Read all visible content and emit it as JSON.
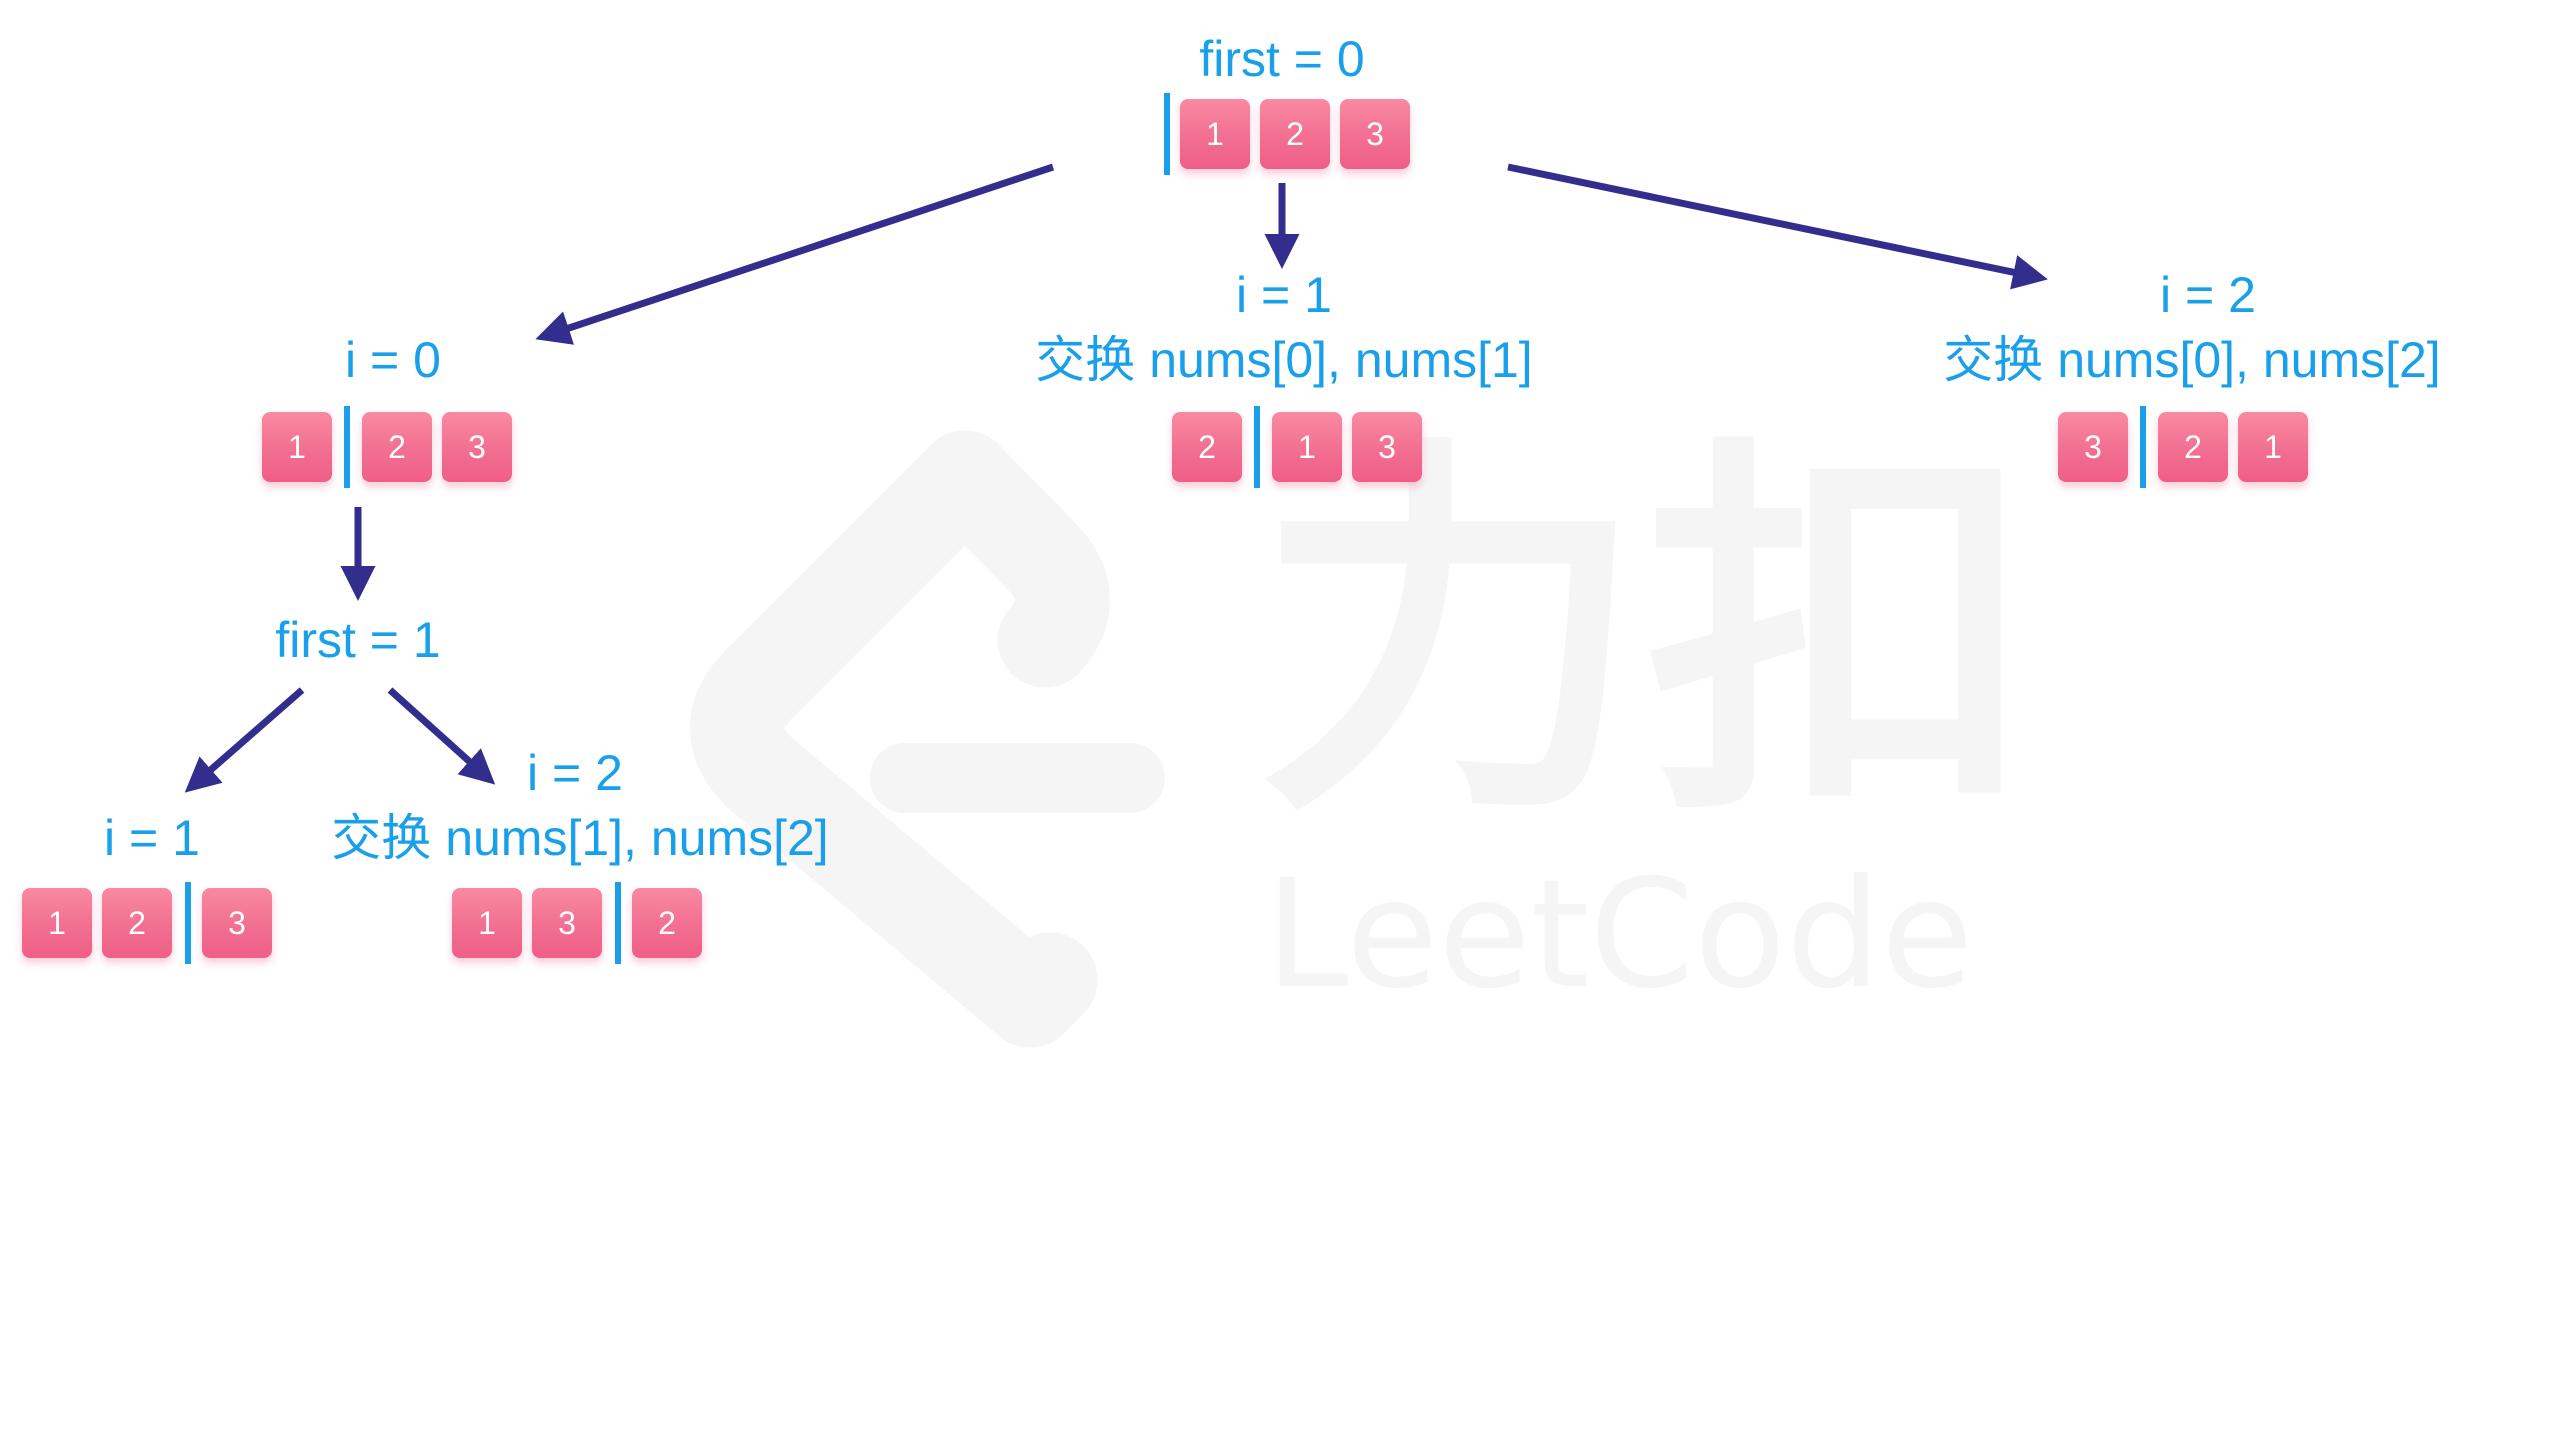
{
  "watermark": {
    "brand_cn": "力扣",
    "brand_en": "LeetCode",
    "color": "#f5f5f5"
  },
  "colors": {
    "text": "#1a9fea",
    "arrow": "#332e8e",
    "cell": "#f26f92"
  },
  "nodes": {
    "root": {
      "label": "first = 0",
      "cells": [
        "1",
        "2",
        "3"
      ]
    },
    "left": {
      "label": "i = 0",
      "cells": [
        "1",
        "2",
        "3"
      ]
    },
    "middle": {
      "label": "i = 1",
      "swap": "交换 nums[0], nums[1]",
      "cells": [
        "2",
        "1",
        "3"
      ]
    },
    "right": {
      "label": "i = 2",
      "swap": "交换 nums[0], nums[2]",
      "cells": [
        "3",
        "2",
        "1"
      ]
    },
    "first1": {
      "label": "first = 1"
    },
    "ll": {
      "label": "i = 1",
      "cells": [
        "1",
        "2",
        "3"
      ]
    },
    "lr": {
      "label": "i = 2",
      "swap": "交换 nums[1], nums[2]",
      "cells": [
        "1",
        "3",
        "2"
      ]
    }
  }
}
